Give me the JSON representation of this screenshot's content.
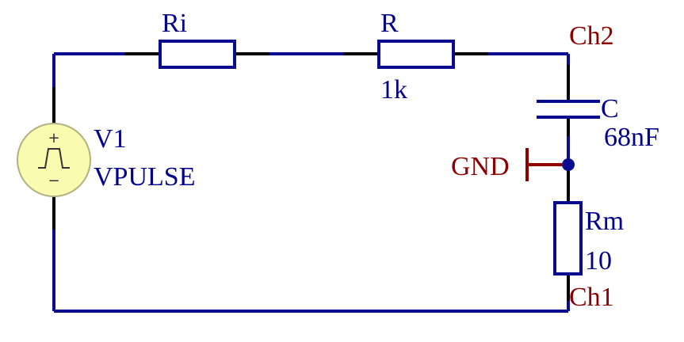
{
  "colors": {
    "wire": "#0b0b8f",
    "pin": "#000000",
    "label": "#00008b",
    "netlabel": "#8b0000",
    "source_fill": "#fafab0",
    "source_stroke": "#b0b080",
    "junction": "#0b0b8f",
    "gnd": "#8b0000"
  },
  "components": {
    "ri": {
      "ref": "Ri",
      "icon": "resistor-icon"
    },
    "r": {
      "ref": "R",
      "value": "1k",
      "icon": "resistor-icon"
    },
    "c": {
      "ref": "C",
      "value": "68nF",
      "icon": "capacitor-icon"
    },
    "rm": {
      "ref": "Rm",
      "value": "10",
      "icon": "resistor-icon"
    },
    "v1": {
      "ref": "V1",
      "value": "VPULSE",
      "icon": "pulse-source-icon",
      "plus": "+",
      "minus": "−"
    }
  },
  "nets": {
    "ch2": "Ch2",
    "ch1": "Ch1",
    "gnd": "GND"
  }
}
